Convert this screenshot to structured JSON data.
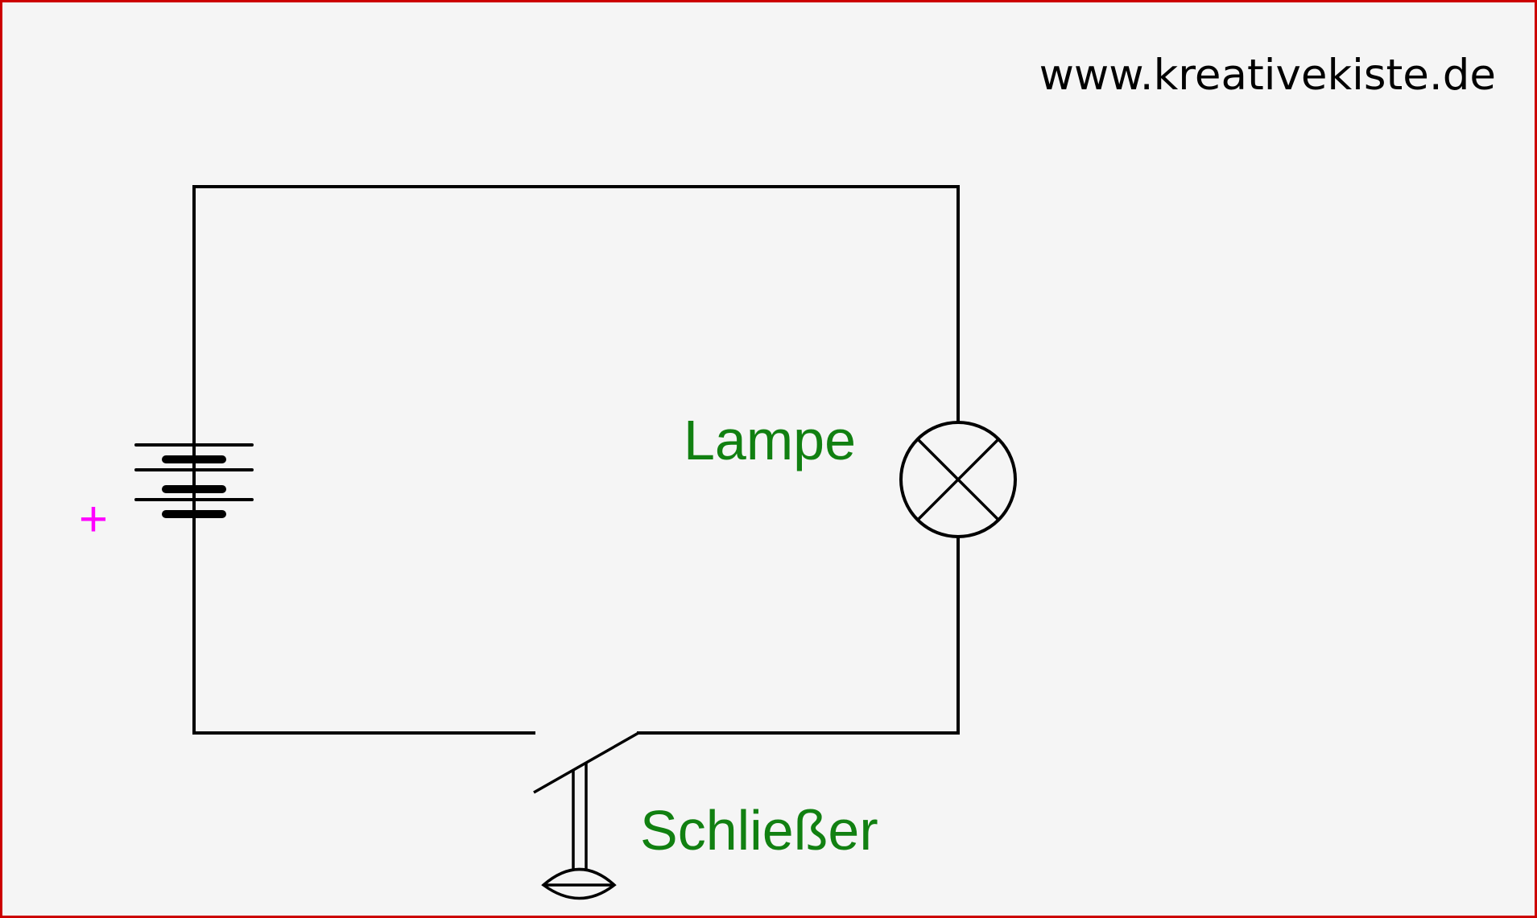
{
  "watermark": "www.kreativekiste.de",
  "battery": {
    "polarity_label": "+"
  },
  "lamp": {
    "label": "Lampe"
  },
  "switch": {
    "label": "Schließer"
  },
  "colors": {
    "border": "#cc0000",
    "background": "#f5f5f5",
    "wire": "#000000",
    "component_label": "#118011",
    "polarity": "#ff00ff"
  }
}
